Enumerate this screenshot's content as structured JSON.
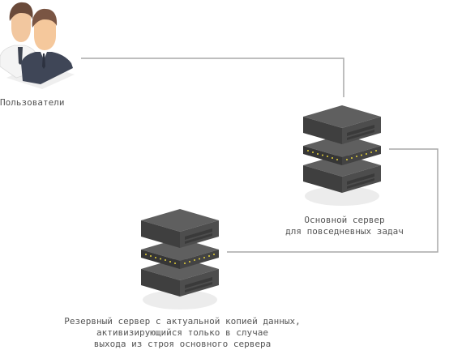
{
  "users": {
    "label": "Пользователи",
    "icon": "users-icon"
  },
  "main_server": {
    "label": "Основной сервер\nдля повседневных задач",
    "icon": "server-icon"
  },
  "backup_server": {
    "label": "Резервный сервер с актуальной копией данных,\nактивизирующийся только в случае\nвыхода из строя основного сервера",
    "icon": "server-icon"
  },
  "colors": {
    "connector": "#a9a9a9",
    "server_body": "#4a4a4a",
    "server_top": "#5c5c5c",
    "server_led": "#e6d23a",
    "shadow": "#ececec",
    "label_text": "#555555"
  }
}
